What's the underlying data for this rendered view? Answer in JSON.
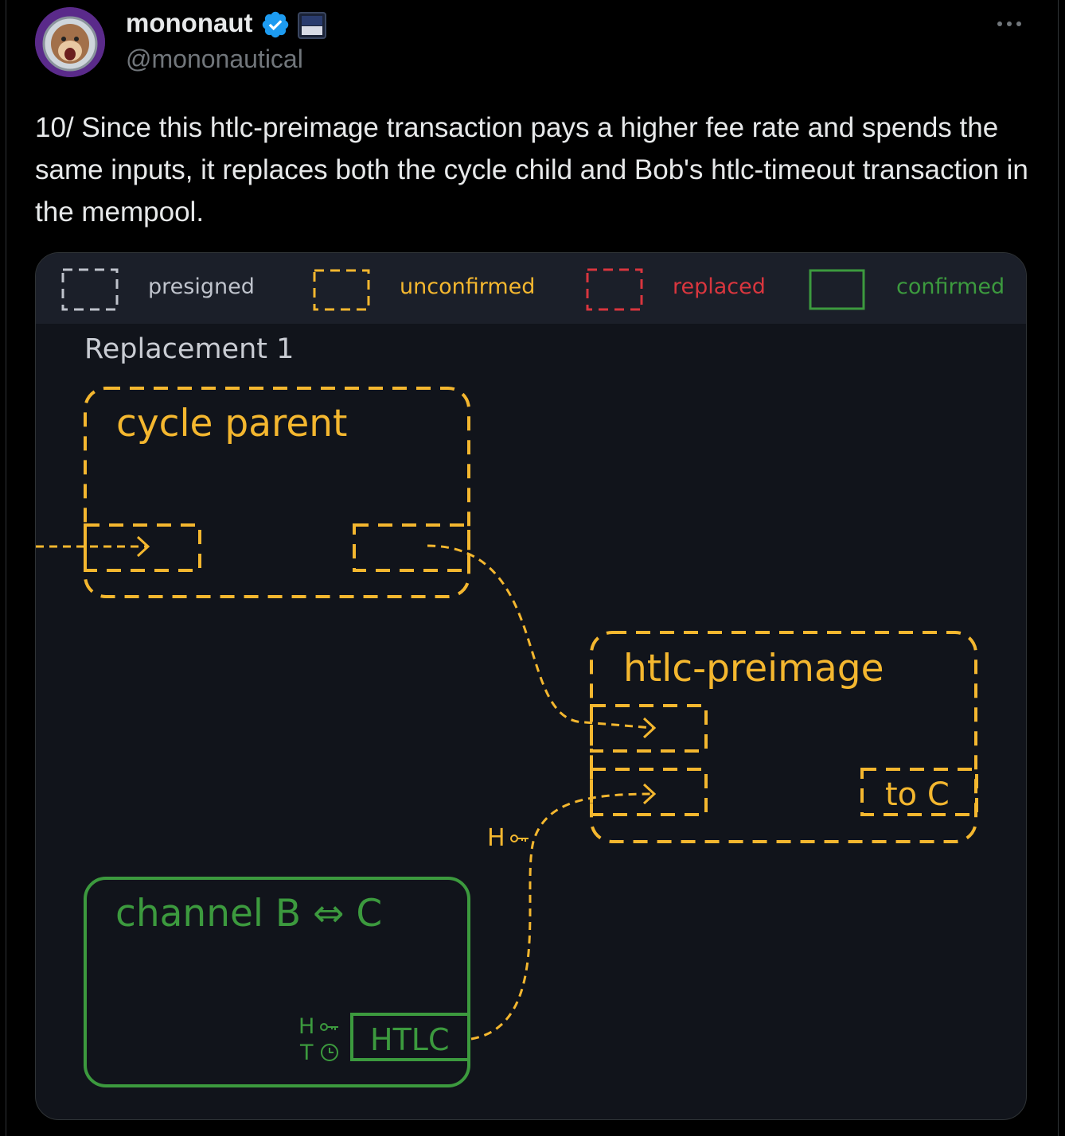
{
  "author": {
    "name": "mononaut",
    "handle": "@mononautical"
  },
  "tweet": {
    "text": "10/ Since this htlc-preimage transaction pays a higher fee rate and spends the same inputs, it replaces both the cycle child and Bob's htlc-timeout transaction in the mempool."
  },
  "legend": {
    "presigned": "presigned",
    "unconfirmed": "unconfirmed",
    "replaced": "replaced",
    "confirmed": "confirmed"
  },
  "diagram": {
    "title": "Replacement 1",
    "cycle_parent": "cycle parent",
    "htlc_preimage": "htlc-preimage",
    "to_c": "to C",
    "channel": "channel B ⇔ C",
    "htlc": "HTLC",
    "h_label": "H",
    "t_label": "T"
  },
  "colors": {
    "unconfirmed": "#f4b72f",
    "replaced": "#d9363e",
    "confirmed": "#3c9a3e",
    "presigned": "#bfc3cc",
    "verified": "#1d9bf0"
  },
  "icons": {
    "verified": "verified-badge-icon",
    "affiliation": "affiliation-flag-icon",
    "more": "more-dots-icon",
    "key": "key-icon",
    "clock": "clock-icon"
  }
}
